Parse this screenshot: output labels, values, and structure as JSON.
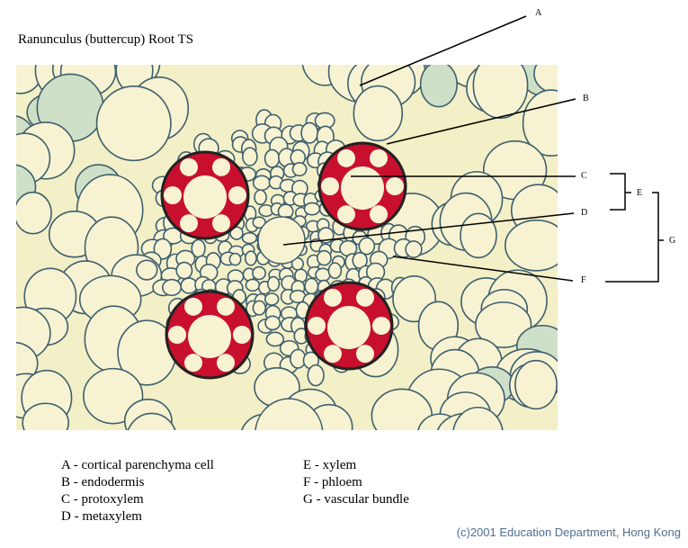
{
  "title": "Ranunculus (buttercup) Root    TS",
  "labels": {
    "A": "A",
    "B": "B",
    "C": "C",
    "D": "D",
    "E": "E",
    "F": "F",
    "G": "G"
  },
  "legend": {
    "left": [
      "A - cortical parenchyma cell",
      "B - endodermis",
      "C - protoxylem",
      "D - metaxylem"
    ],
    "right": [
      "E - xylem",
      "F - phloem",
      "G - vascular bundle"
    ]
  },
  "copyright": "(c)2001 Education Department, Hong Kong",
  "colors": {
    "background": "#f3efc6",
    "cell_wall": "#3e5f6e",
    "xylem": "#c8102e",
    "copyright": "#4f6f8f"
  }
}
